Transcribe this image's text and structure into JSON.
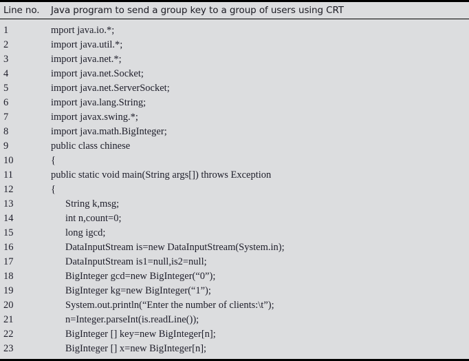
{
  "table": {
    "header": {
      "line_no_label": "Line no.",
      "title": "Java program to send a group key to a group of users using CRT"
    },
    "rows": [
      {
        "num": "1",
        "code": "mport java.io.*;",
        "indent": 0
      },
      {
        "num": "2",
        "code": "import java.util.*;",
        "indent": 0
      },
      {
        "num": "3",
        "code": "import java.net.*;",
        "indent": 0
      },
      {
        "num": "4",
        "code": "import java.net.Socket;",
        "indent": 0
      },
      {
        "num": "5",
        "code": "import java.net.ServerSocket;",
        "indent": 0
      },
      {
        "num": "6",
        "code": "import java.lang.String;",
        "indent": 0
      },
      {
        "num": "7",
        "code": "import javax.swing.*;",
        "indent": 0
      },
      {
        "num": "8",
        "code": "import java.math.BigInteger;",
        "indent": 0
      },
      {
        "num": "9",
        "code": "public class chinese",
        "indent": 0
      },
      {
        "num": "10",
        "code": "{",
        "indent": 0
      },
      {
        "num": "11",
        "code": "public static void main(String args[]) throws Exception",
        "indent": 0
      },
      {
        "num": "12",
        "code": "{",
        "indent": 0
      },
      {
        "num": "13",
        "code": "String k,msg;",
        "indent": 1
      },
      {
        "num": "14",
        "code": "int n,count=0;",
        "indent": 1
      },
      {
        "num": "15",
        "code": "long igcd;",
        "indent": 1
      },
      {
        "num": "16",
        "code": "DataInputStream is=new DataInputStream(System.in);",
        "indent": 1
      },
      {
        "num": "17",
        "code": "DataInputStream is1=null,is2=null;",
        "indent": 1
      },
      {
        "num": "18",
        "code": "BigInteger gcd=new BigInteger(“0”);",
        "indent": 1
      },
      {
        "num": "19",
        "code": "BigInteger kg=new BigInteger(“1”);",
        "indent": 1
      },
      {
        "num": "20",
        "code": "System.out.println(“Enter the number of clients:\\t”);",
        "indent": 1
      },
      {
        "num": "21",
        "code": "n=Integer.parseInt(is.readLine());",
        "indent": 1
      },
      {
        "num": "22",
        "code": "BigInteger [] key=new BigInteger[n];",
        "indent": 1
      },
      {
        "num": "23",
        "code": "BigInteger [] x=new BigInteger[n];",
        "indent": 1
      }
    ]
  },
  "colors": {
    "background": "#dcdddf",
    "border": "#000000",
    "text": "#1d1d29"
  }
}
